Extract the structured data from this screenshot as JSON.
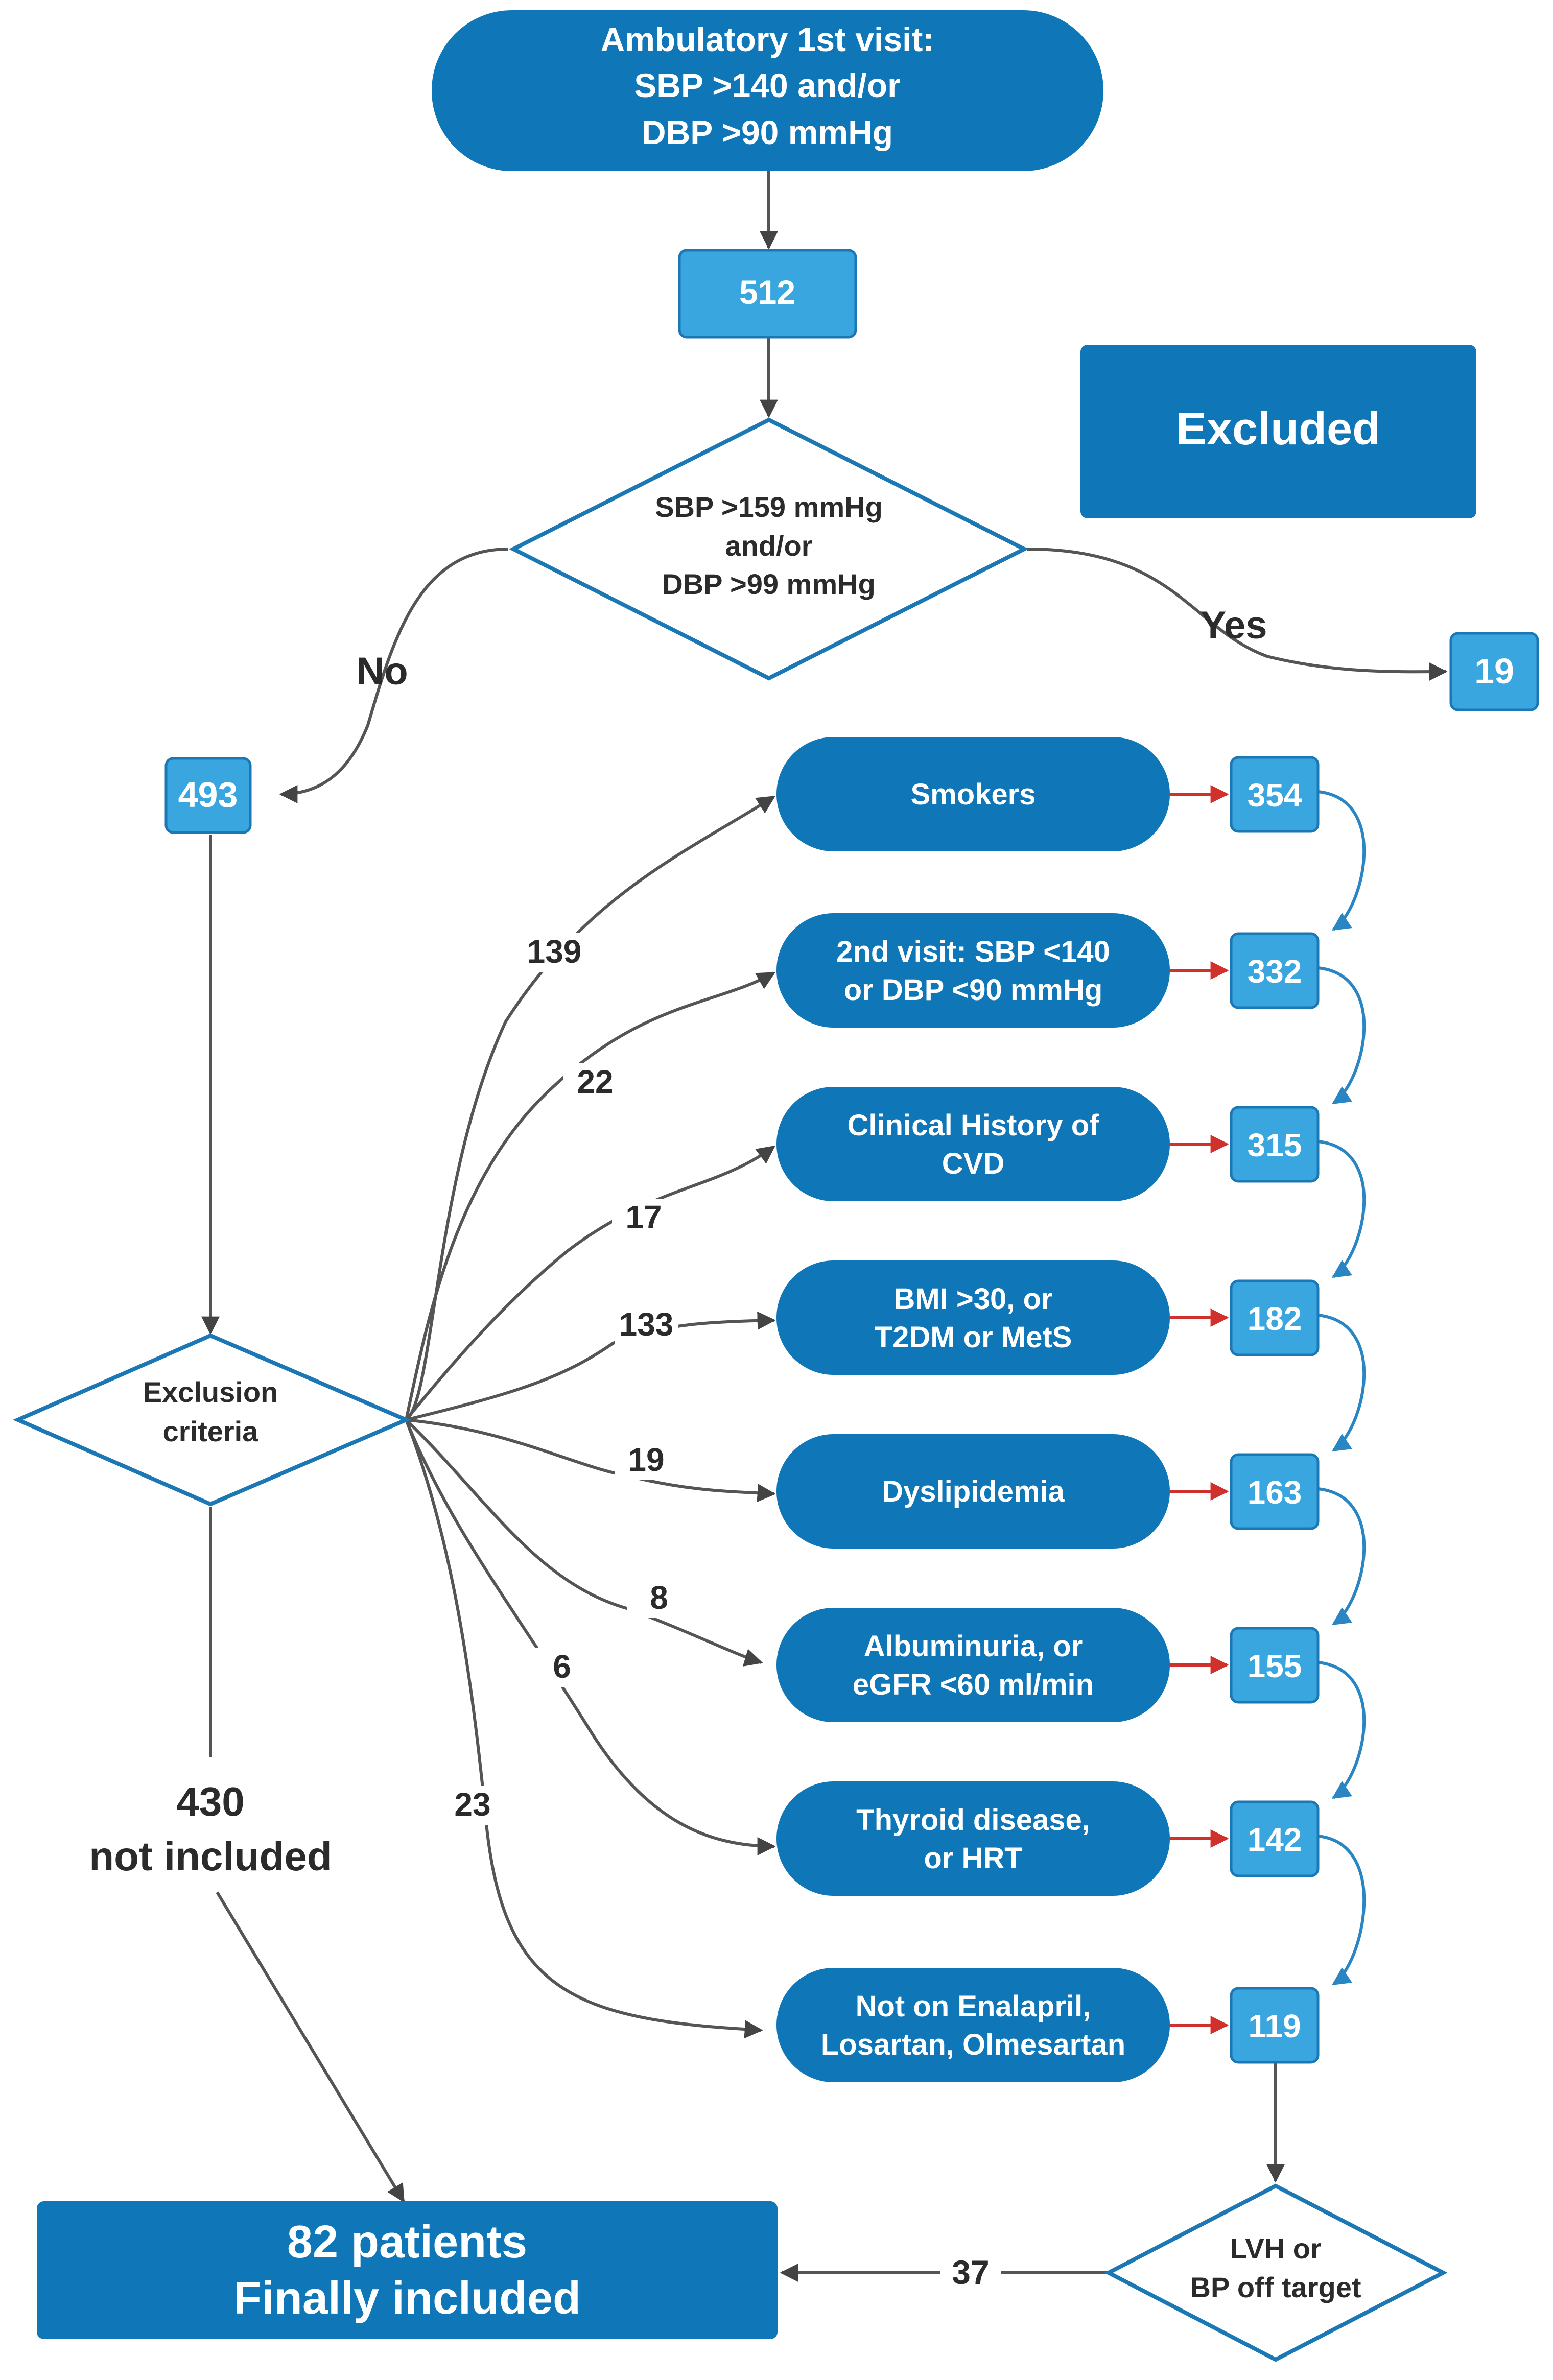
{
  "start": {
    "lines": [
      "Ambulatory 1st visit:",
      "SBP >140 and/or",
      "DBP >90 mmHg"
    ]
  },
  "initial_count": "512",
  "legend_excluded": "Excluded",
  "decision1": {
    "lines": [
      "SBP >159 mmHg",
      "and/or",
      "DBP >99 mmHg"
    ],
    "yes_label": "Yes",
    "no_label": "No"
  },
  "excluded_yes_count": "19",
  "remaining_count": "493",
  "exclusion_diamond": {
    "lines": [
      "Exclusion",
      "criteria"
    ]
  },
  "not_included": {
    "count": "430",
    "label": "not included"
  },
  "criteria": [
    {
      "lines": [
        "Smokers"
      ],
      "excluded": "139",
      "remaining": "354"
    },
    {
      "lines": [
        "2nd visit: SBP <140",
        "or DBP <90 mmHg"
      ],
      "excluded": "22",
      "remaining": "332"
    },
    {
      "lines": [
        "Clinical History of",
        "CVD"
      ],
      "excluded": "17",
      "remaining": "315"
    },
    {
      "lines": [
        "BMI >30, or",
        "T2DM or MetS"
      ],
      "excluded": "133",
      "remaining": "182"
    },
    {
      "lines": [
        "Dyslipidemia"
      ],
      "excluded": "19",
      "remaining": "163"
    },
    {
      "lines": [
        "Albuminuria, or",
        "eGFR <60 ml/min"
      ],
      "excluded": "8",
      "remaining": "155"
    },
    {
      "lines": [
        "Thyroid disease,",
        "or HRT"
      ],
      "excluded": "6",
      "remaining": "142"
    },
    {
      "lines": [
        "Not on Enalapril,",
        "Losartan, Olmesartan"
      ],
      "excluded": "23",
      "remaining": "119"
    }
  ],
  "final_diamond": {
    "lines": [
      "LVH or",
      "BP off target"
    ],
    "count": "37"
  },
  "final_result": {
    "lines": [
      "82 patients",
      "Finally included"
    ]
  },
  "colors": {
    "dark_blue": "#0f77b8",
    "light_blue": "#3aa6df",
    "red_arrow": "#d0312d",
    "connector": "#555555"
  }
}
